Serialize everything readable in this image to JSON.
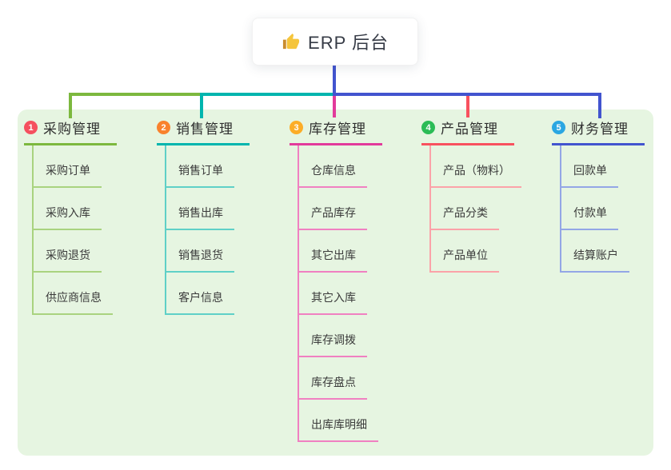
{
  "root": {
    "label": "ERP 后台",
    "icon": "thumbs-up-icon"
  },
  "branches": [
    {
      "badge": "1",
      "label": "采购管理",
      "color": "#7cb83e",
      "light_color": "#a9d37f",
      "badge_color": "#f5505f",
      "items": [
        "采购订单",
        "采购入库",
        "采购退货",
        "供应商信息"
      ]
    },
    {
      "badge": "2",
      "label": "销售管理",
      "color": "#00b5ae",
      "light_color": "#5fd0c7",
      "badge_color": "#f9822d",
      "items": [
        "销售订单",
        "销售出库",
        "销售退货",
        "客户信息"
      ]
    },
    {
      "badge": "3",
      "label": "库存管理",
      "color": "#e23a9b",
      "light_color": "#f080c1",
      "badge_color": "#fcad27",
      "items": [
        "仓库信息",
        "产品库存",
        "其它出库",
        "其它入库",
        "库存调拨",
        "库存盘点",
        "出库库明细"
      ]
    },
    {
      "badge": "4",
      "label": "产品管理",
      "color": "#f8515e",
      "light_color": "#fba2a8",
      "badge_color": "#2bbc56",
      "items": [
        "产品（物料）",
        "产品分类",
        "产品单位"
      ]
    },
    {
      "badge": "5",
      "label": "财务管理",
      "color": "#4254cf",
      "light_color": "#93a6e6",
      "badge_color": "#2ba7e2",
      "items": [
        "回款单",
        "付款单",
        "结算账户"
      ]
    }
  ],
  "colors": {
    "canvas_bg": "#ffffff",
    "panel_bg": "#e6f5e1",
    "root_line": "#4254cf",
    "root_card_bg": "#ffffff",
    "root_text": "#363b46",
    "topic_text": "#2f2f2f",
    "item_text": "#3b3b3b"
  }
}
